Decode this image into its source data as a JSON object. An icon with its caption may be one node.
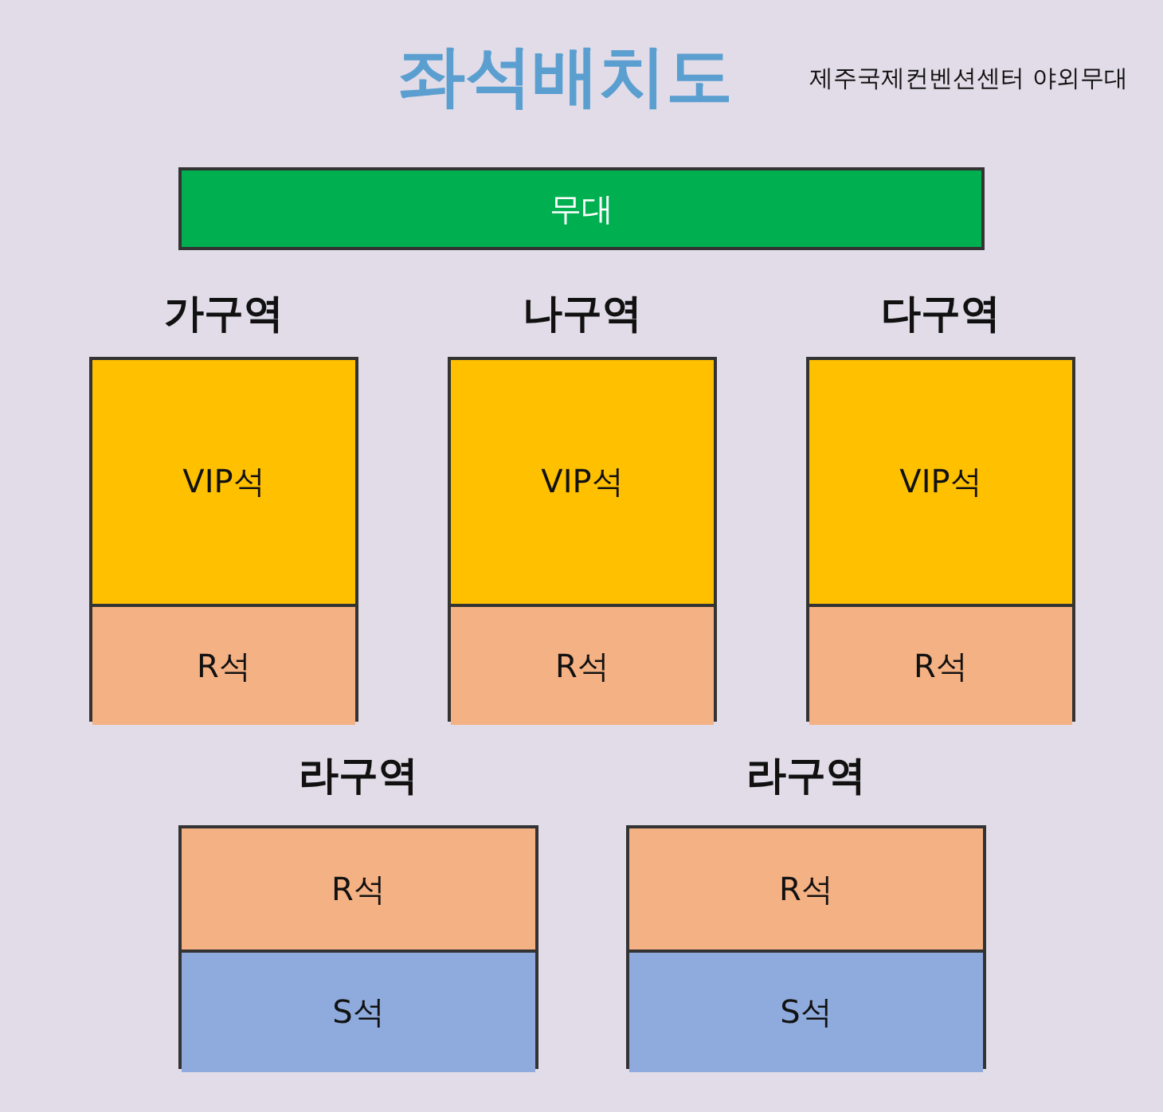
{
  "diagram": {
    "title": "좌석배치도",
    "nodes": [
      {
        "text": [
          "무대"
        ]
      },
      {
        "text": [
          "가구역"
        ]
      },
      {
        "text": [
          "VIP석"
        ],
        "in": 1
      },
      {
        "text": [
          "R석"
        ],
        "in": 1
      },
      {
        "text": [
          "나구역"
        ]
      },
      {
        "text": [
          "VIP석"
        ],
        "in": 4
      },
      {
        "text": [
          "R석"
        ],
        "in": 4
      },
      {
        "text": [
          "다구역"
        ]
      },
      {
        "text": [
          "VIP석"
        ],
        "in": 7
      },
      {
        "text": [
          "R석"
        ],
        "in": 7
      },
      {
        "text": [
          "라구역"
        ]
      },
      {
        "text": [
          "R석"
        ],
        "in": 10
      },
      {
        "text": [
          "S석"
        ],
        "in": 10
      },
      {
        "text": [
          "라구역"
        ]
      },
      {
        "text": [
          "R석"
        ],
        "in": 13
      },
      {
        "text": [
          "S석"
        ],
        "in": 13
      }
    ],
    "edges": [],
    "labels": [
      "제주국제컨벤션센터 야외무대"
    ]
  }
}
